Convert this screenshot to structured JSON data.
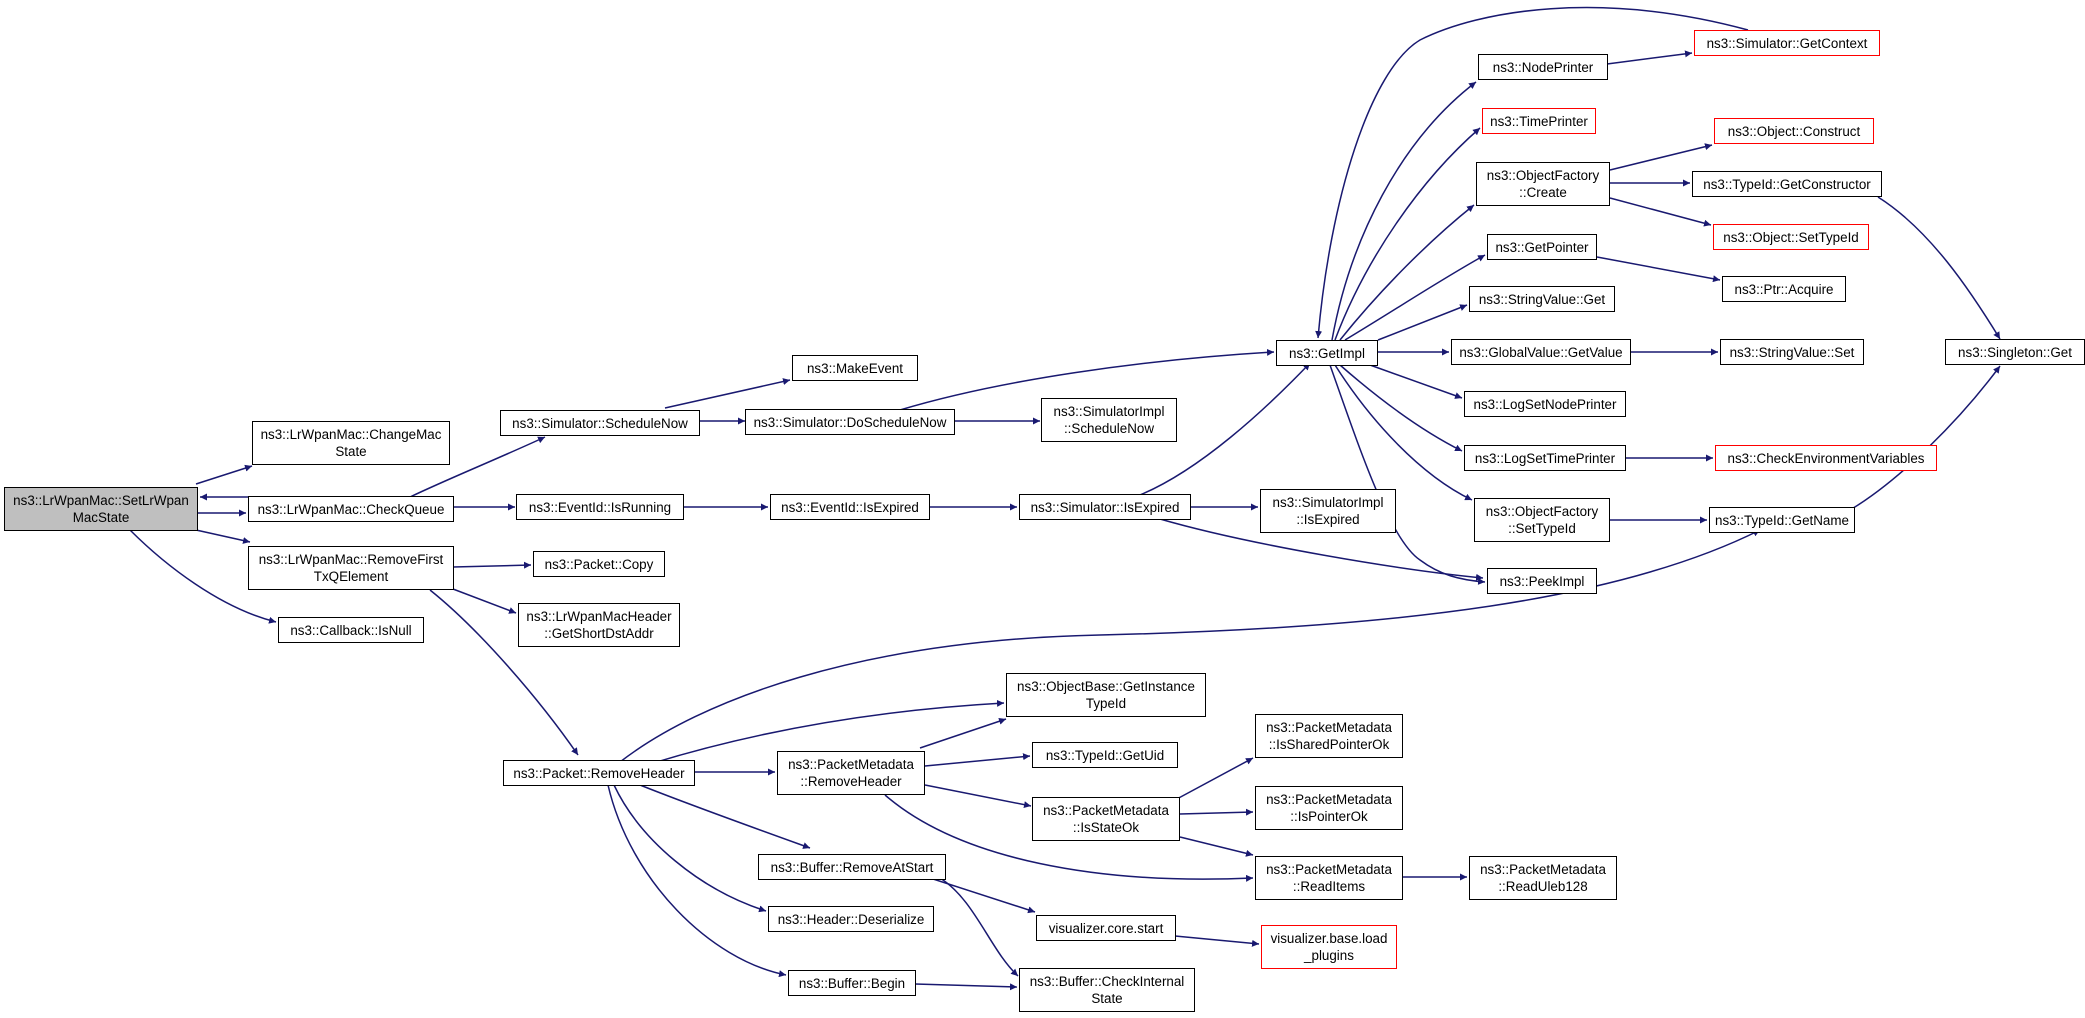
{
  "colors": {
    "edge": "#191970",
    "root_fill": "#bfbfbf",
    "incomplete_border": "#ff0000",
    "border": "#000000"
  },
  "nodes": {
    "root": "ns3::LrWpanMac::SetLrWpan\nMacState",
    "changemacstate": "ns3::LrWpanMac::ChangeMac\nState",
    "checkqueue": "ns3::LrWpanMac::CheckQueue",
    "removefirst": "ns3::LrWpanMac::RemoveFirst\nTxQElement",
    "isnull": "ns3::Callback::IsNull",
    "schedulenow": "ns3::Simulator::ScheduleNow",
    "makeevent": "ns3::MakeEvent",
    "doschedulenow": "ns3::Simulator::DoScheduleNow",
    "implschedulenow": "ns3::SimulatorImpl\n::ScheduleNow",
    "isrunning": "ns3::EventId::IsRunning",
    "eventisexpired": "ns3::EventId::IsExpired",
    "simisexpired": "ns3::Simulator::IsExpired",
    "implisexpired": "ns3::SimulatorImpl\n::IsExpired",
    "packetcopy": "ns3::Packet::Copy",
    "getshortdst": "ns3::LrWpanMacHeader\n::GetShortDstAddr",
    "removeheader": "ns3::Packet::RemoveHeader",
    "getinstancetypeid": "ns3::ObjectBase::GetInstance\nTypeId",
    "pmremoveheader": "ns3::PacketMetadata\n::RemoveHeader",
    "getuid": "ns3::TypeId::GetUid",
    "isstateok": "ns3::PacketMetadata\n::IsStateOk",
    "issharedpointerok": "ns3::PacketMetadata\n::IsSharedPointerOk",
    "ispointerok": "ns3::PacketMetadata\n::IsPointerOk",
    "readitems": "ns3::PacketMetadata\n::ReadItems",
    "readuleb": "ns3::PacketMetadata\n::ReadUleb128",
    "removeatstart": "ns3::Buffer::RemoveAtStart",
    "deserialize": "ns3::Header::Deserialize",
    "bufferbegin": "ns3::Buffer::Begin",
    "vizstart": "visualizer.core.start",
    "loadplugins": "visualizer.base.load\n_plugins",
    "checkinternal": "ns3::Buffer::CheckInternal\nState",
    "getimpl": "ns3::GetImpl",
    "nodeprinter": "ns3::NodePrinter",
    "getcontext": "ns3::Simulator::GetContext",
    "timeprinter": "ns3::TimePrinter",
    "ofcreate": "ns3::ObjectFactory\n::Create",
    "objconstruct": "ns3::Object::Construct",
    "getconstructor": "ns3::TypeId::GetConstructor",
    "objsettypeid": "ns3::Object::SetTypeId",
    "getpointer": "ns3::GetPointer",
    "ptracquire": "ns3::Ptr::Acquire",
    "stringvalueget": "ns3::StringValue::Get",
    "globalvalueget": "ns3::GlobalValue::GetValue",
    "stringvalueset": "ns3::StringValue::Set",
    "lognodeprinter": "ns3::LogSetNodePrinter",
    "logtimeprinter": "ns3::LogSetTimePrinter",
    "checkenv": "ns3::CheckEnvironmentVariables",
    "ofsettypeid": "ns3::ObjectFactory\n::SetTypeId",
    "getname": "ns3::TypeId::GetName",
    "singletonget": "ns3::Singleton::Get",
    "peekimpl": "ns3::PeekImpl"
  }
}
